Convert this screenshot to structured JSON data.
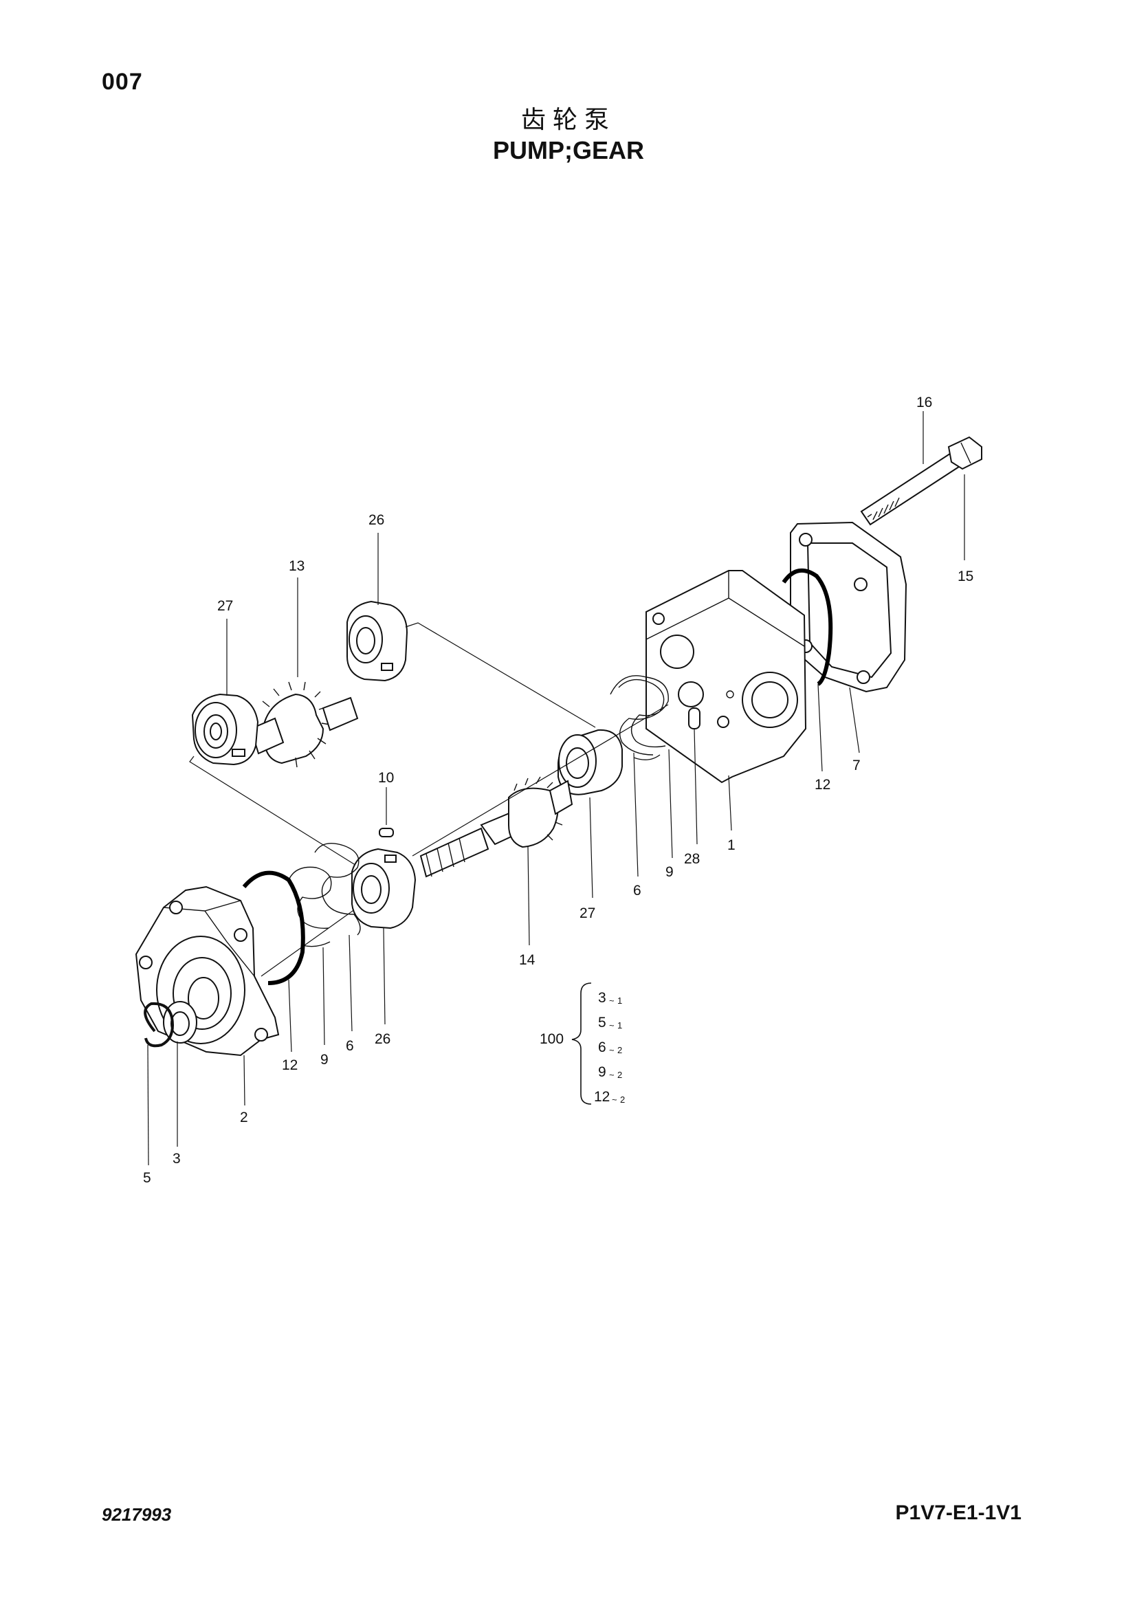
{
  "header": {
    "page_number": "007",
    "title_cn": "齿轮泵",
    "title_en": "PUMP;GEAR"
  },
  "callouts": {
    "c1": "1",
    "c2": "2",
    "c3": "3",
    "c5": "5",
    "c6a": "6",
    "c6b": "6",
    "c7": "7",
    "c9a": "9",
    "c9b": "9",
    "c10": "10",
    "c12a": "12",
    "c12b": "12",
    "c13": "13",
    "c14": "14",
    "c15": "15",
    "c16": "16",
    "c26a": "26",
    "c26b": "26",
    "c27a": "27",
    "c27b": "27",
    "c28": "28"
  },
  "kit": {
    "number": "100",
    "items": [
      {
        "part": "3",
        "qty": "1"
      },
      {
        "part": "5",
        "qty": "1"
      },
      {
        "part": "6",
        "qty": "2"
      },
      {
        "part": "9",
        "qty": "2"
      },
      {
        "part": "12",
        "qty": "2"
      }
    ]
  },
  "footer": {
    "document_number": "9217993",
    "model_code": "P1V7-E1-1V1"
  }
}
